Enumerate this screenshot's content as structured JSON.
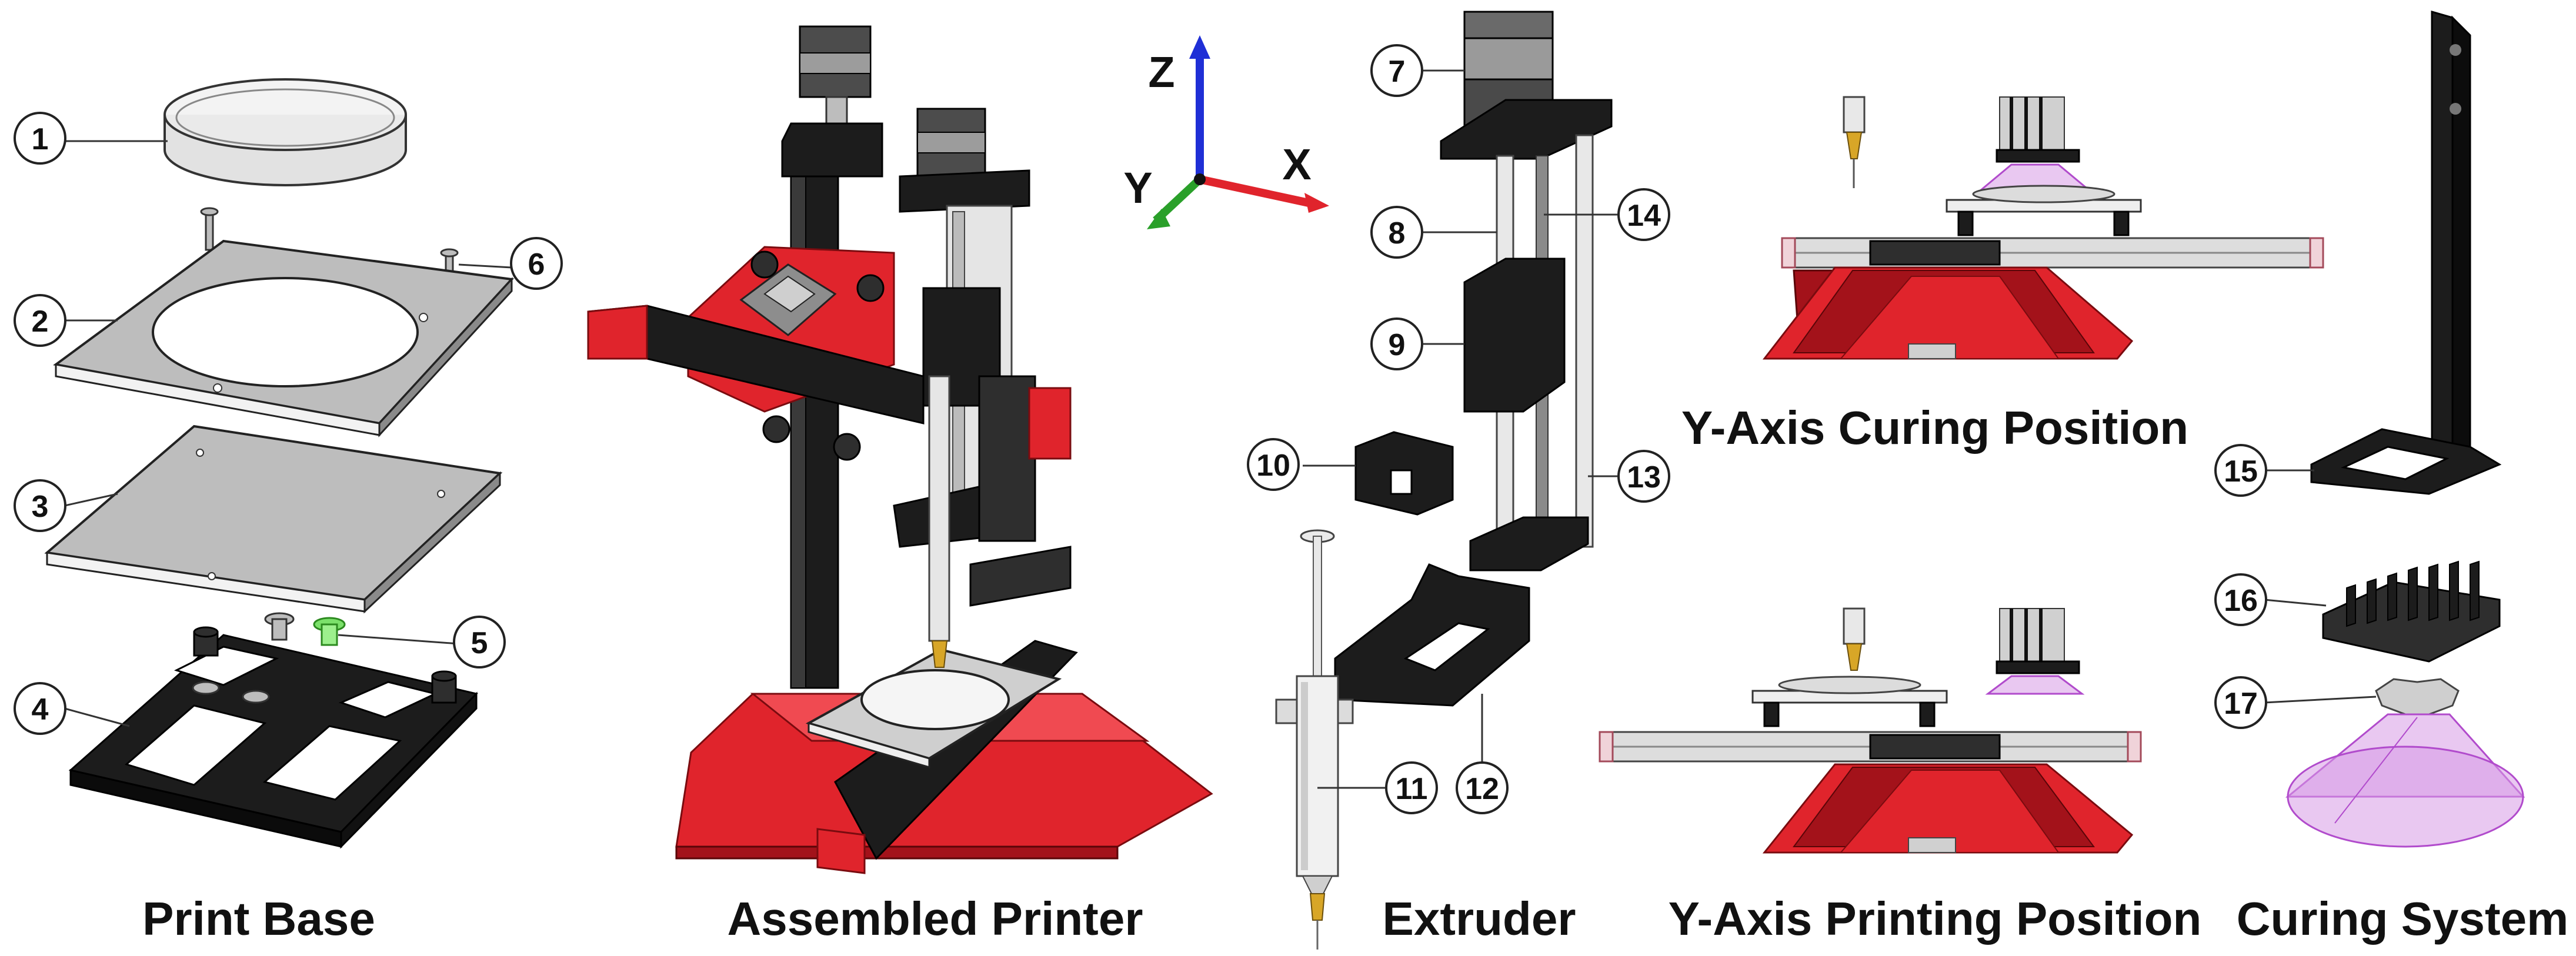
{
  "captions": {
    "print_base": "Print Base",
    "assembled_printer": "Assembled Printer",
    "extruder": "Extruder",
    "y_printing": "Y-Axis Printing Position",
    "y_curing": "Y-Axis Curing Position",
    "curing_system": "Curing System"
  },
  "axes": {
    "z": "Z",
    "x": "X",
    "y": "Y"
  },
  "axis_colors": {
    "z": "#1f2fd6",
    "x": "#e0242c",
    "y": "#2aa02a"
  },
  "callouts": {
    "c1": "1",
    "c2": "2",
    "c3": "3",
    "c4": "4",
    "c5": "5",
    "c6": "6",
    "c7": "7",
    "c8": "8",
    "c9": "9",
    "c10": "10",
    "c11": "11",
    "c12": "12",
    "c13": "13",
    "c14": "14",
    "c15": "15",
    "c16": "16",
    "c17": "17"
  },
  "colors": {
    "frame_red": "#e0242c",
    "frame_black": "#1c1c1c",
    "uv_violet": "#d79ae6",
    "screw_green": "#7be06a"
  }
}
